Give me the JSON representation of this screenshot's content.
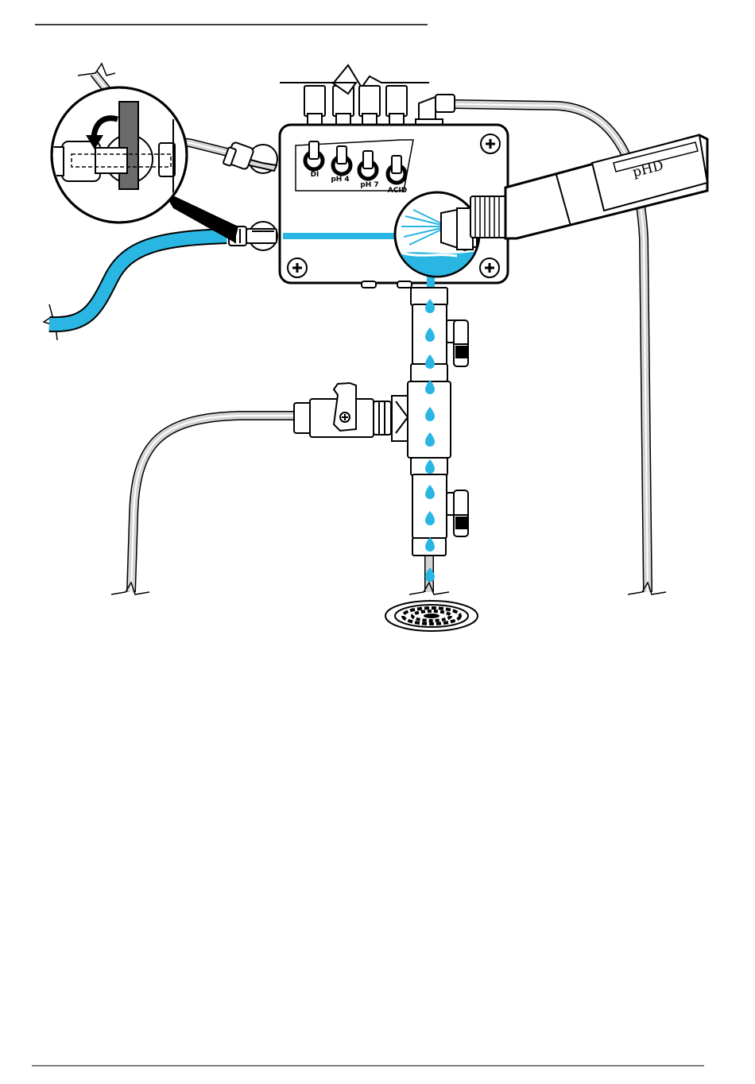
{
  "diagram": {
    "port_labels": [
      "DI",
      "pH 4",
      "pH 7",
      "ACID"
    ],
    "probe_label": "pHD"
  },
  "colors": {
    "water": "#29b6e3",
    "tubing": "#cfcfcf",
    "outline": "#000000",
    "metal": "#d9d9d9",
    "dark_metal": "#6b6b6b",
    "background": "#ffffff"
  },
  "icons": [
    "rotate-arrow-icon",
    "screw-icon",
    "water-drop-icon",
    "floor-drain-icon",
    "break-mark-icon"
  ]
}
